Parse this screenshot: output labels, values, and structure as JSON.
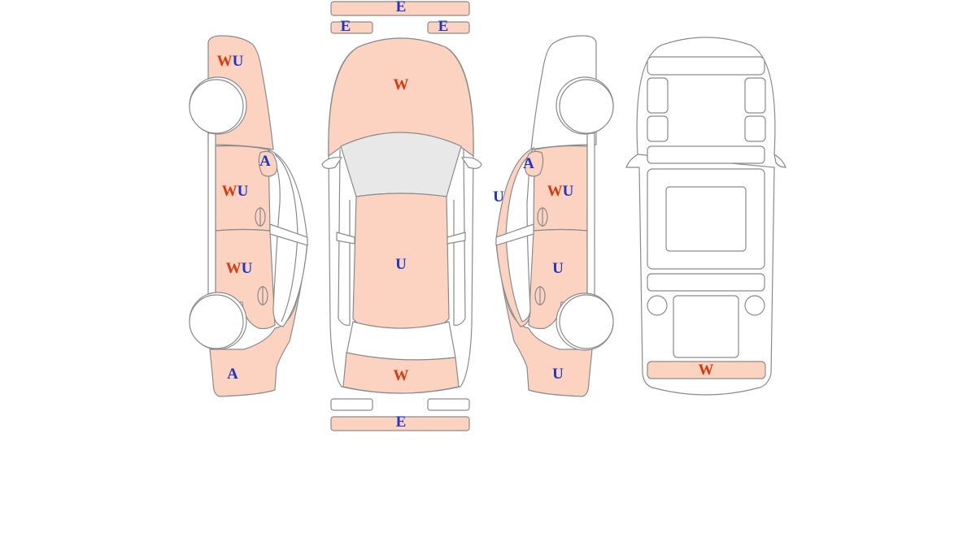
{
  "colors": {
    "damaged": "#fcd3c1",
    "undamaged": "#ffffff",
    "glass": "#e8e8e8",
    "outline": "#8a8a8a",
    "code_w": "#d83a10",
    "code_blue": "#1e35c8"
  },
  "labels": {
    "left_front_fender": [
      "W",
      "U"
    ],
    "left_mirror": [
      "A"
    ],
    "left_front_door": [
      "W",
      "U"
    ],
    "left_rear_door": [
      "W",
      "U"
    ],
    "left_rear_quarter": [
      "A"
    ],
    "front_bumper": [
      "E"
    ],
    "left_headlight": [
      "E"
    ],
    "right_headlight": [
      "E"
    ],
    "hood": [
      "W"
    ],
    "roof": [
      "U"
    ],
    "trunk": [
      "W"
    ],
    "rear_bumper": [
      "E"
    ],
    "right_mirror": [
      "A"
    ],
    "right_pillar": [
      "U"
    ],
    "right_front_door": [
      "W",
      "U"
    ],
    "right_rear_door": [
      "U"
    ],
    "right_rear_quarter": [
      "U"
    ],
    "underbody_rear_panel": [
      "W"
    ]
  }
}
